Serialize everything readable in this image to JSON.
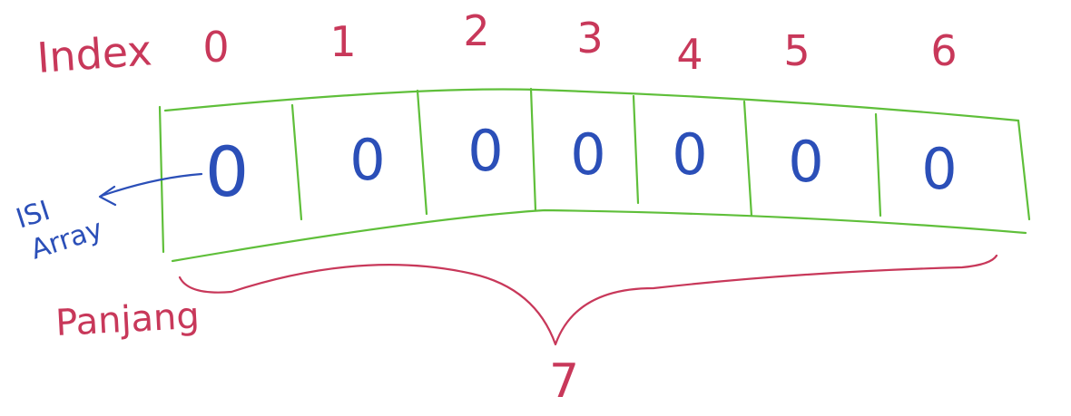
{
  "labels": {
    "index": "Index",
    "element": [
      "ISI",
      "Array"
    ],
    "length_label": "Panjang",
    "length_value": "7"
  },
  "array": {
    "indices": [
      "0",
      "1",
      "2",
      "3",
      "4",
      "5",
      "6"
    ],
    "values": [
      "0",
      "0",
      "0",
      "0",
      "0",
      "0",
      "0"
    ]
  },
  "colors": {
    "red": "#c8385a",
    "green": "#5fbf3a",
    "blue": "#2b4fb8"
  }
}
